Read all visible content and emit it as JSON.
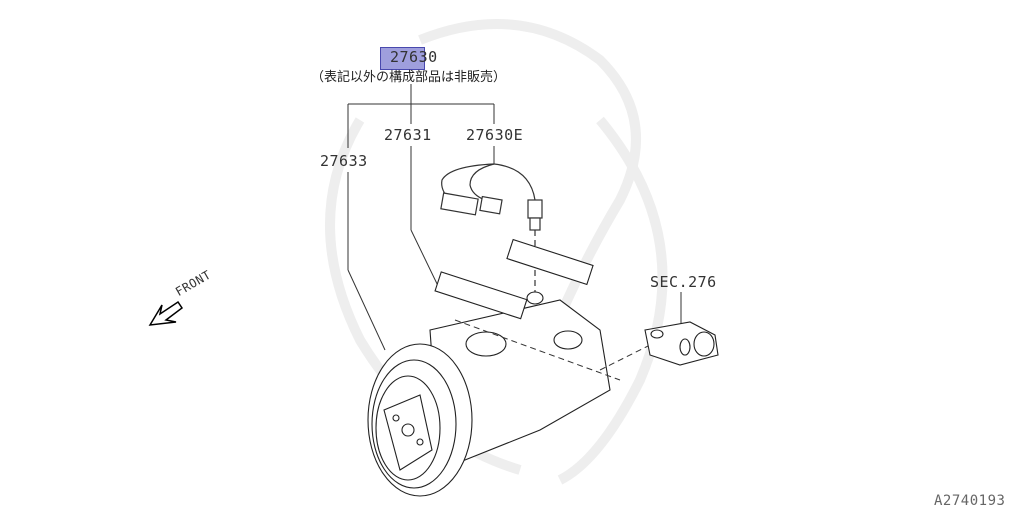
{
  "diagram": {
    "type": "parts-illustration",
    "subject": "A/C compressor assembly",
    "assembly_part": {
      "number": "27630",
      "highlighted": true,
      "highlight_color": "#8f8fd8"
    },
    "note": "（表記以外の構成部品は非販売）",
    "parts": [
      {
        "number": "27633"
      },
      {
        "number": "27631"
      },
      {
        "number": "27630E"
      }
    ],
    "section_ref": "SEC.276",
    "direction_label": "FRONT",
    "figure_id": "A2740193"
  }
}
